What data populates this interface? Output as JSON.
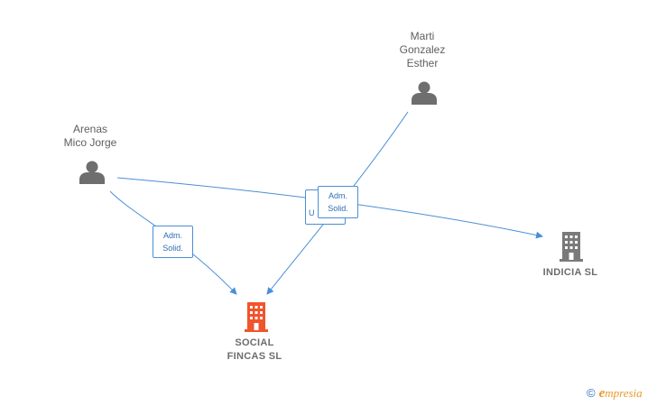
{
  "nodes": {
    "person_marti": {
      "label_lines": [
        "Marti",
        "Gonzalez",
        "Esther"
      ]
    },
    "person_arenas": {
      "label_lines": [
        "Arenas",
        "Mico Jorge"
      ]
    },
    "company_social": {
      "label_lines": [
        "SOCIAL",
        "FINCAS  SL"
      ],
      "color": "#f0552b"
    },
    "company_indicia": {
      "label_lines": [
        "INDICIA  SL"
      ],
      "color": "#7a7a7a"
    }
  },
  "edges": {
    "arenas_social": {
      "label_lines": [
        "Adm.",
        "Solid."
      ]
    },
    "marti_indicia": {
      "label_lines": [
        "Adm.",
        "Solid."
      ]
    },
    "arenas_indicia_hidden": {
      "label_lines": [
        "U"
      ]
    }
  },
  "colors": {
    "edge": "#4a8fd6",
    "person_icon": "#6e6e6e"
  },
  "brand": {
    "copyright": "©",
    "initial": "e",
    "name": "mpresia"
  }
}
